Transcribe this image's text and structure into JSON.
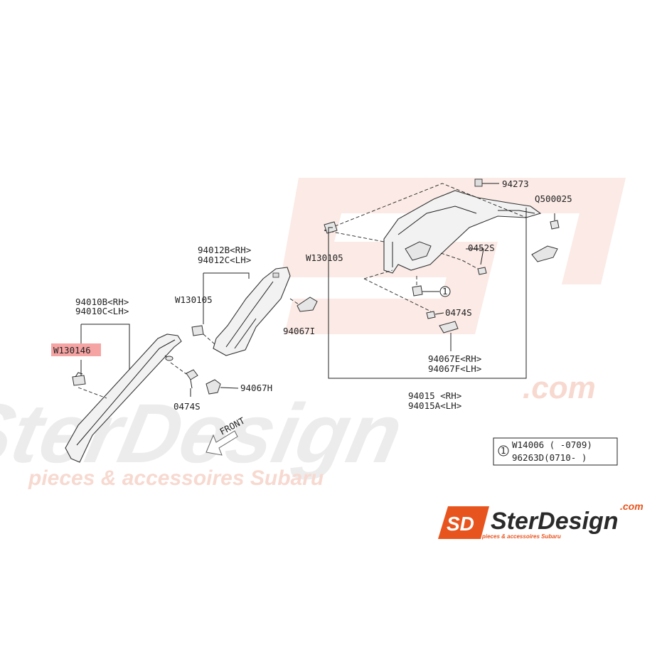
{
  "watermark": {
    "brand": "SterDesign",
    "domain": ".com",
    "tagline": "pieces & accessoires Subaru"
  },
  "logo": {
    "mark": "SD",
    "brand": "SterDesign",
    "domain": ".com",
    "tagline": "pieces & accessoires Subaru",
    "colors": {
      "accent": "#e8541e",
      "text": "#2a2a2a"
    }
  },
  "labels": {
    "p94010b": "94010B<RH>",
    "p94010c": "94010C<LH>",
    "w130146": "W130146",
    "p94012b": "94012B<RH>",
    "p94012c": "94012C<LH>",
    "w130105_left": "W130105",
    "p94067i": "94067I",
    "p0474s_left": "0474S",
    "p94067h": "94067H",
    "p94273": "94273",
    "q500025": "Q500025",
    "w130105_right": "W130105",
    "p0452s": "0452S",
    "ref1": "1",
    "p0474s_right": "0474S",
    "p94067e": "94067E<RH>",
    "p94067f": "94067F<LH>",
    "p94015": "94015 <RH>",
    "p94015a": "94015A<LH>",
    "front": "FRONT"
  },
  "highlight_color": "#f5a3a3",
  "legend": {
    "ref": "1",
    "line1": "W14006 ( -0709)",
    "line2": "96263D(0710- )"
  }
}
